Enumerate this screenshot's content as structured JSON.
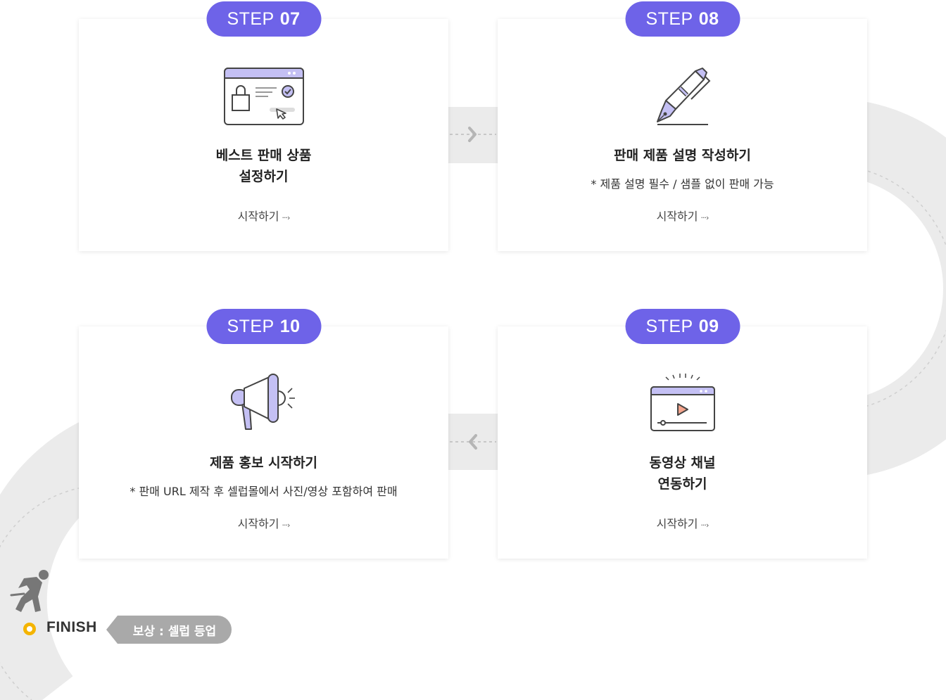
{
  "steps": [
    {
      "step_word": "STEP",
      "step_num": "07",
      "title_line1": "베스트 판매 상품",
      "title_line2": "설정하기",
      "note": "",
      "start_label": "시작하기",
      "icon": "shop-browser-icon"
    },
    {
      "step_word": "STEP",
      "step_num": "08",
      "title_line1": "판매 제품 설명 작성하기",
      "title_line2": "",
      "note": "* 제품 설명 필수 / 샘플 없이 판매 가능",
      "start_label": "시작하기",
      "icon": "pen-icon"
    },
    {
      "step_word": "STEP",
      "step_num": "09",
      "title_line1": "동영상 채널",
      "title_line2": "연동하기",
      "note": "",
      "start_label": "시작하기",
      "icon": "video-player-icon"
    },
    {
      "step_word": "STEP",
      "step_num": "10",
      "title_line1": "제품 홍보 시작하기",
      "title_line2": "",
      "note": "* 판매 URL 제작 후 셀럽몰에서 사진/영상 포함하여 판매",
      "start_label": "시작하기",
      "icon": "megaphone-icon"
    }
  ],
  "finish": {
    "label": "FINISH",
    "reward": "보상 : 셀럽 등업",
    "icon": "runner-icon"
  },
  "colors": {
    "accent": "#6e63e8",
    "icon_fill": "#c4c0f4",
    "finish_dot": "#f4b400",
    "track": "#ebebeb",
    "reward_bg": "#a9a9a9"
  }
}
